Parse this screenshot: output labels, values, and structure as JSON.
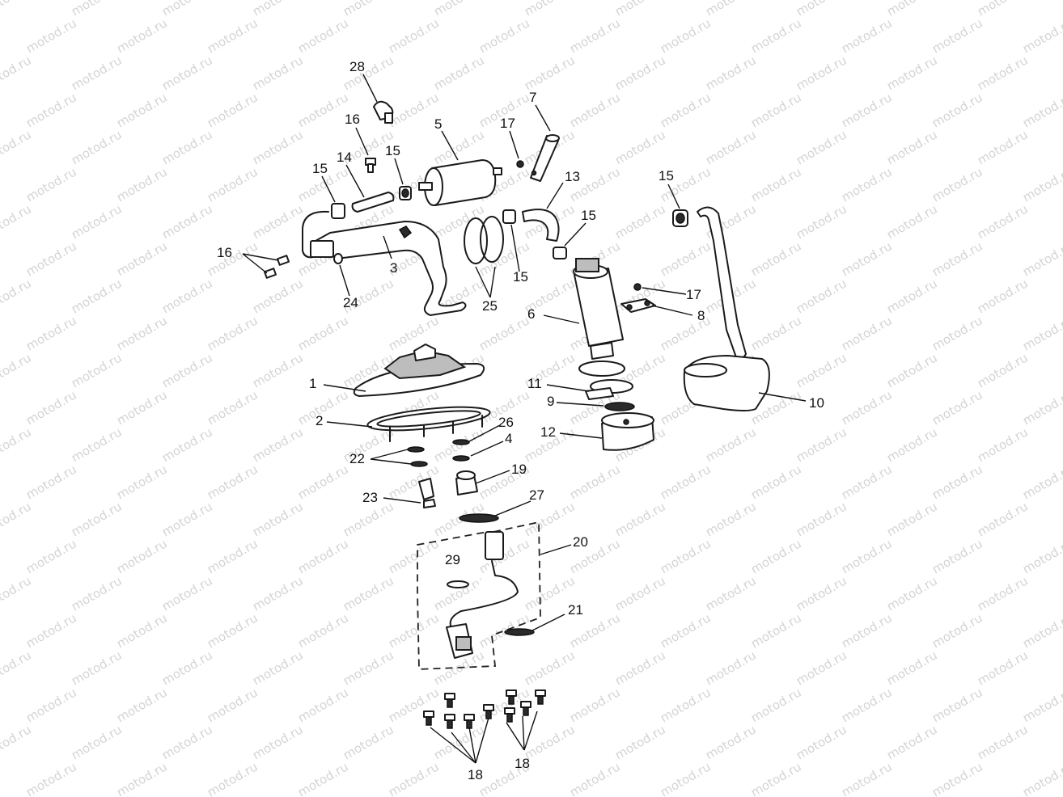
{
  "watermark": "motod.ru",
  "callouts": [
    {
      "id": "c28",
      "text": "28"
    },
    {
      "id": "c16a",
      "text": "16"
    },
    {
      "id": "c5",
      "text": "5"
    },
    {
      "id": "c17a",
      "text": "17"
    },
    {
      "id": "c7",
      "text": "7"
    },
    {
      "id": "c15a",
      "text": "15"
    },
    {
      "id": "c14",
      "text": "14"
    },
    {
      "id": "c15b",
      "text": "15"
    },
    {
      "id": "c13",
      "text": "13"
    },
    {
      "id": "c15c",
      "text": "15"
    },
    {
      "id": "c15d",
      "text": "15"
    },
    {
      "id": "c16b",
      "text": "16"
    },
    {
      "id": "c3",
      "text": "3"
    },
    {
      "id": "c15e",
      "text": "15"
    },
    {
      "id": "c24",
      "text": "24"
    },
    {
      "id": "c25",
      "text": "25"
    },
    {
      "id": "c17b",
      "text": "17"
    },
    {
      "id": "c6",
      "text": "6"
    },
    {
      "id": "c8",
      "text": "8"
    },
    {
      "id": "c1",
      "text": "1"
    },
    {
      "id": "c11",
      "text": "11"
    },
    {
      "id": "c9",
      "text": "9"
    },
    {
      "id": "c10",
      "text": "10"
    },
    {
      "id": "c2",
      "text": "2"
    },
    {
      "id": "c26",
      "text": "26"
    },
    {
      "id": "c12",
      "text": "12"
    },
    {
      "id": "c4",
      "text": "4"
    },
    {
      "id": "c22",
      "text": "22"
    },
    {
      "id": "c19",
      "text": "19"
    },
    {
      "id": "c23",
      "text": "23"
    },
    {
      "id": "c27",
      "text": "27"
    },
    {
      "id": "c20",
      "text": "20"
    },
    {
      "id": "c29",
      "text": "29"
    },
    {
      "id": "c21",
      "text": "21"
    },
    {
      "id": "c18a",
      "text": "18"
    },
    {
      "id": "c18b",
      "text": "18"
    }
  ]
}
